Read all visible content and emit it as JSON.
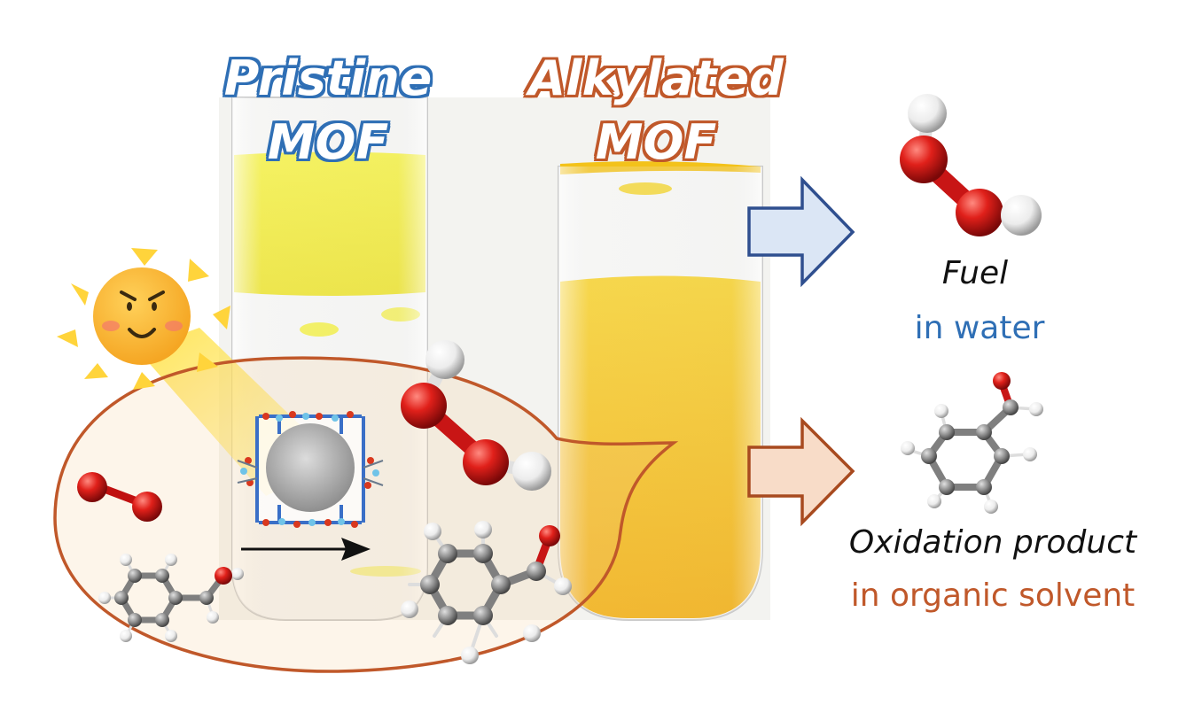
{
  "titles": {
    "pristine": [
      "Pristine",
      "MOF"
    ],
    "alkylated": [
      "Alkylated",
      "MOF"
    ]
  },
  "outputs": {
    "fuel_label": "Fuel",
    "fuel_medium": "in water",
    "product_label": "Oxidation product",
    "product_medium": "in organic solvent"
  },
  "colors": {
    "blue_accent": "#2f6fb5",
    "orange_accent": "#c0582a",
    "oxygen": "#d41a1a",
    "carbon": "#8c8c8c",
    "hydrogen": "#ffffff",
    "liquid_yellow": "#f2ee22",
    "liquid_orange": "#f5b800"
  },
  "icons": [
    "sun-icon",
    "h2o2-molecule-icon",
    "o2-molecule-icon",
    "benzyl-alcohol-molecule-icon",
    "benzaldehyde-molecule-icon",
    "mof-pore-icon"
  ]
}
